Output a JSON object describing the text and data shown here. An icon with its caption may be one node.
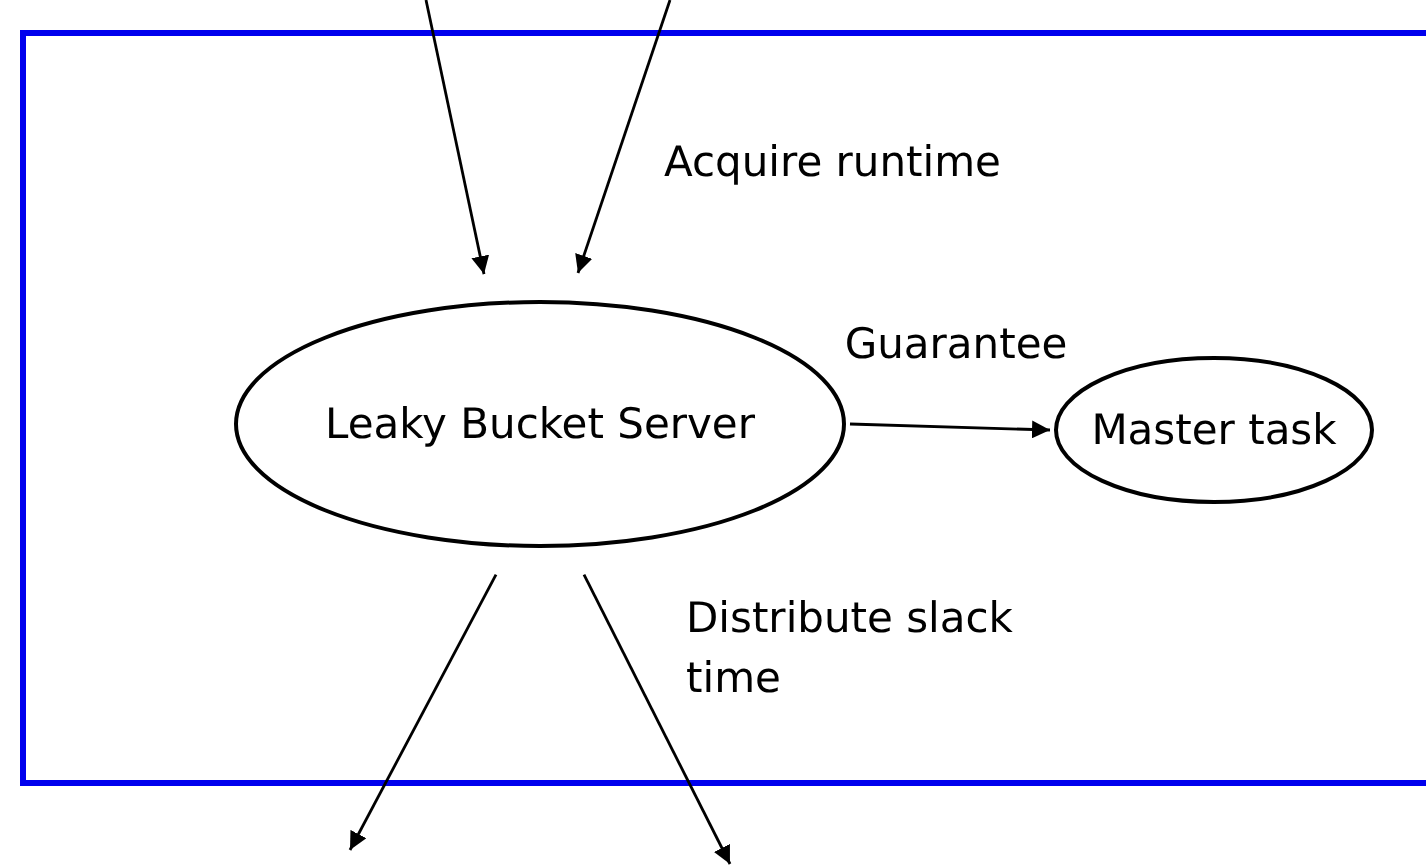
{
  "diagram": {
    "nodes": [
      {
        "text": [],
        "shape": "box"
      },
      {
        "text": [
          "Leaky Bucket Server"
        ],
        "in": 0
      },
      {
        "text": [
          "Master task"
        ],
        "in": 0
      }
    ],
    "edges": [
      {
        "from": null,
        "to": 1,
        "arrow": "to"
      },
      {
        "from": null,
        "to": 1,
        "arrow": "to"
      },
      {
        "from": 1,
        "to": 2,
        "arrow": "to",
        "label": "Guarantee"
      },
      {
        "from": 1,
        "to": null,
        "arrow": "to"
      },
      {
        "from": 1,
        "to": null,
        "arrow": "to"
      }
    ],
    "labels": [
      "Acquire runtime",
      "Distribute slack time"
    ]
  }
}
